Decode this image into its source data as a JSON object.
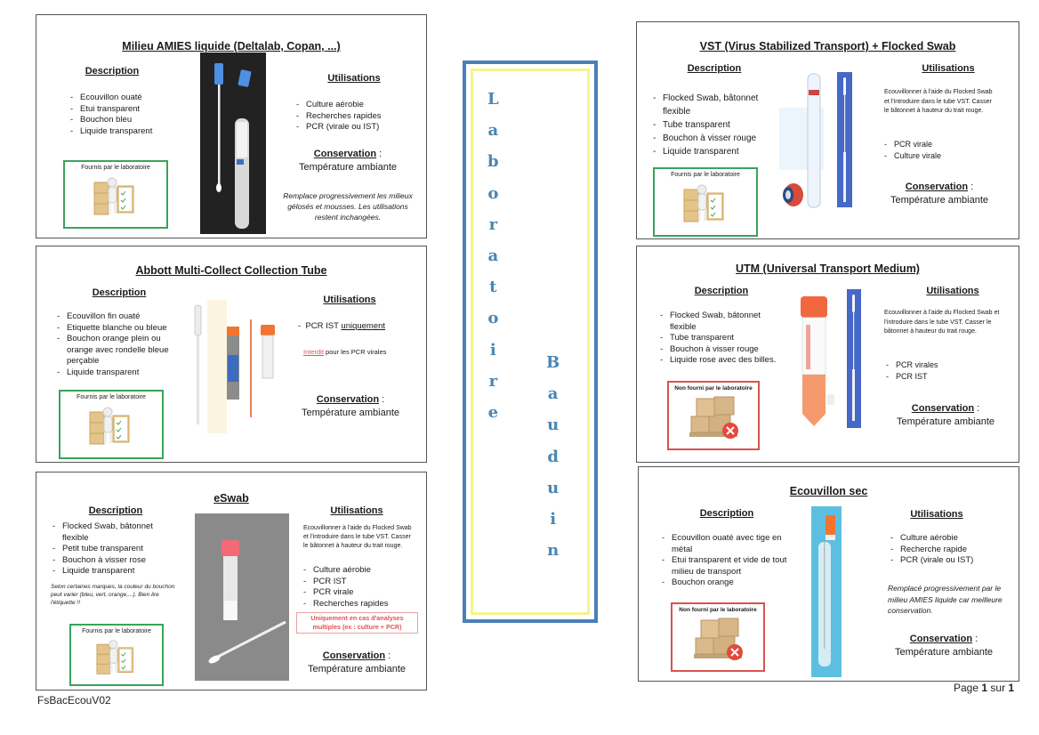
{
  "banner": {
    "word1": [
      "L",
      "a",
      "b",
      "o",
      "r",
      "a",
      "t",
      "o",
      "i",
      "r",
      "e"
    ],
    "word2": [
      "B",
      "a",
      "u",
      "d",
      "u",
      "i",
      "n"
    ],
    "border_color": "#4a7fb8",
    "inner_border_color": "#f4f58a",
    "letter_color": "#4a87b3"
  },
  "panels": {
    "amies": {
      "title": "Milieu AMIES liquide (Deltalab, Copan, ...)",
      "description_heading": "Description",
      "description": [
        "Ecouvillon ouaté",
        "Etui transparent",
        "Bouchon bleu",
        "Liquide transparent"
      ],
      "supply_label": "Fournis par le laboratoire",
      "uses_heading": "Utilisations",
      "uses": [
        "Culture aérobie",
        "Recherches rapides",
        "PCR (virale ou IST)"
      ],
      "conservation_label": "Conservation",
      "conservation_value": "Température ambiante",
      "note": "Remplace progressivement les milieux gélosés et mousses. Les utilisations restent inchangées."
    },
    "abbott": {
      "title": "Abbott Multi-Collect Collection Tube",
      "description_heading": "Description",
      "description": [
        "Ecouvillon fin ouaté",
        "Etiquette blanche ou bleue",
        "Bouchon orange plein ou orange avec rondelle bleue perçable",
        "Liquide transparent"
      ],
      "supply_label": "Fournis par le laboratoire",
      "uses_heading": "Utilisations",
      "uses_prefix": "PCR IST ",
      "uses_emph": "uniquement",
      "forbidden_word": "Interdit",
      "forbidden_rest": " pour les PCR virales",
      "conservation_label": "Conservation",
      "conservation_value": "Température ambiante"
    },
    "eswab": {
      "title": "eSwab",
      "description_heading": "Description",
      "description": [
        "Flocked Swab, bâtonnet flexible",
        "Petit tube transparent",
        "Bouchon à visser rose",
        "Liquide transparent"
      ],
      "desc_note": "Selon certaines marques, la couleur du bouchon peut varier (bleu, vert, orange,...). Bien lire l'étiquette !!",
      "supply_label": "Fournis par le laboratoire",
      "uses_heading": "Utilisations",
      "instructions": "Ecouvillonner à l'aide du Flocked Swab et l'introduire dans le tube VST. Casser le bâtonnet à hauteur du trait rouge.",
      "uses": [
        "Culture aérobie",
        "PCR IST",
        "PCR virale",
        "Recherches rapides"
      ],
      "warning": "Uniquement en cas d'analyses multiples (ex : culture + PCR)",
      "conservation_label": "Conservation",
      "conservation_value": "Température ambiante"
    },
    "vst": {
      "title": "VST (Virus Stabilized Transport) + Flocked Swab",
      "description_heading": "Description",
      "description": [
        "Flocked Swab, bâtonnet flexible",
        "Tube transparent",
        "Bouchon à visser rouge",
        "Liquide transparent"
      ],
      "supply_label": "Fournis par le laboratoire",
      "uses_heading": "Utilisations",
      "instructions": "Ecouvillonner à l'aide du Flocked Swab et l'introduire dans le tube VST. Casser le bâtonnet à hauteur du trait rouge.",
      "uses": [
        "PCR virale",
        "Culture virale"
      ],
      "conservation_label": "Conservation",
      "conservation_value": "Température ambiante"
    },
    "utm": {
      "title": "UTM (Universal Transport Medium)",
      "description_heading": "Description",
      "description": [
        "Flocked Swab, bâtonnet flexible",
        "Tube transparent",
        "Bouchon à visser rouge",
        "Liquide rose avec des billes."
      ],
      "supply_label": "Non fourni par le laboratoire",
      "uses_heading": "Utilisations",
      "instructions": "Ecouvillonner à l'aide du Flocked Swab et l'introduire dans le tube VST. Casser le bâtonnet à hauteur du trait rouge.",
      "uses": [
        "PCR virales",
        "PCR IST"
      ],
      "conservation_label": "Conservation",
      "conservation_value": "Température ambiante"
    },
    "sec": {
      "title": "Ecouvillon sec",
      "description_heading": "Description",
      "description": [
        "Ecouvillon ouaté avec tige en métal",
        "Etui transparent et vide de tout milieu de transport",
        "Bouchon orange"
      ],
      "supply_label": "Non fourni par le laboratoire",
      "uses_heading": "Utilisations",
      "uses": [
        "Culture aérobie",
        "Recherche rapide",
        "PCR (virale ou IST)"
      ],
      "note": "Remplacé progressivement par le milieu AMIES liquide car meilleure conservation.",
      "conservation_label": "Conservation",
      "conservation_value": "Température ambiante"
    }
  },
  "footer": {
    "doc_code": "FsBacEcouV02",
    "page_word": "Page",
    "page_current": "1",
    "page_sep": "sur",
    "page_total": "1"
  }
}
